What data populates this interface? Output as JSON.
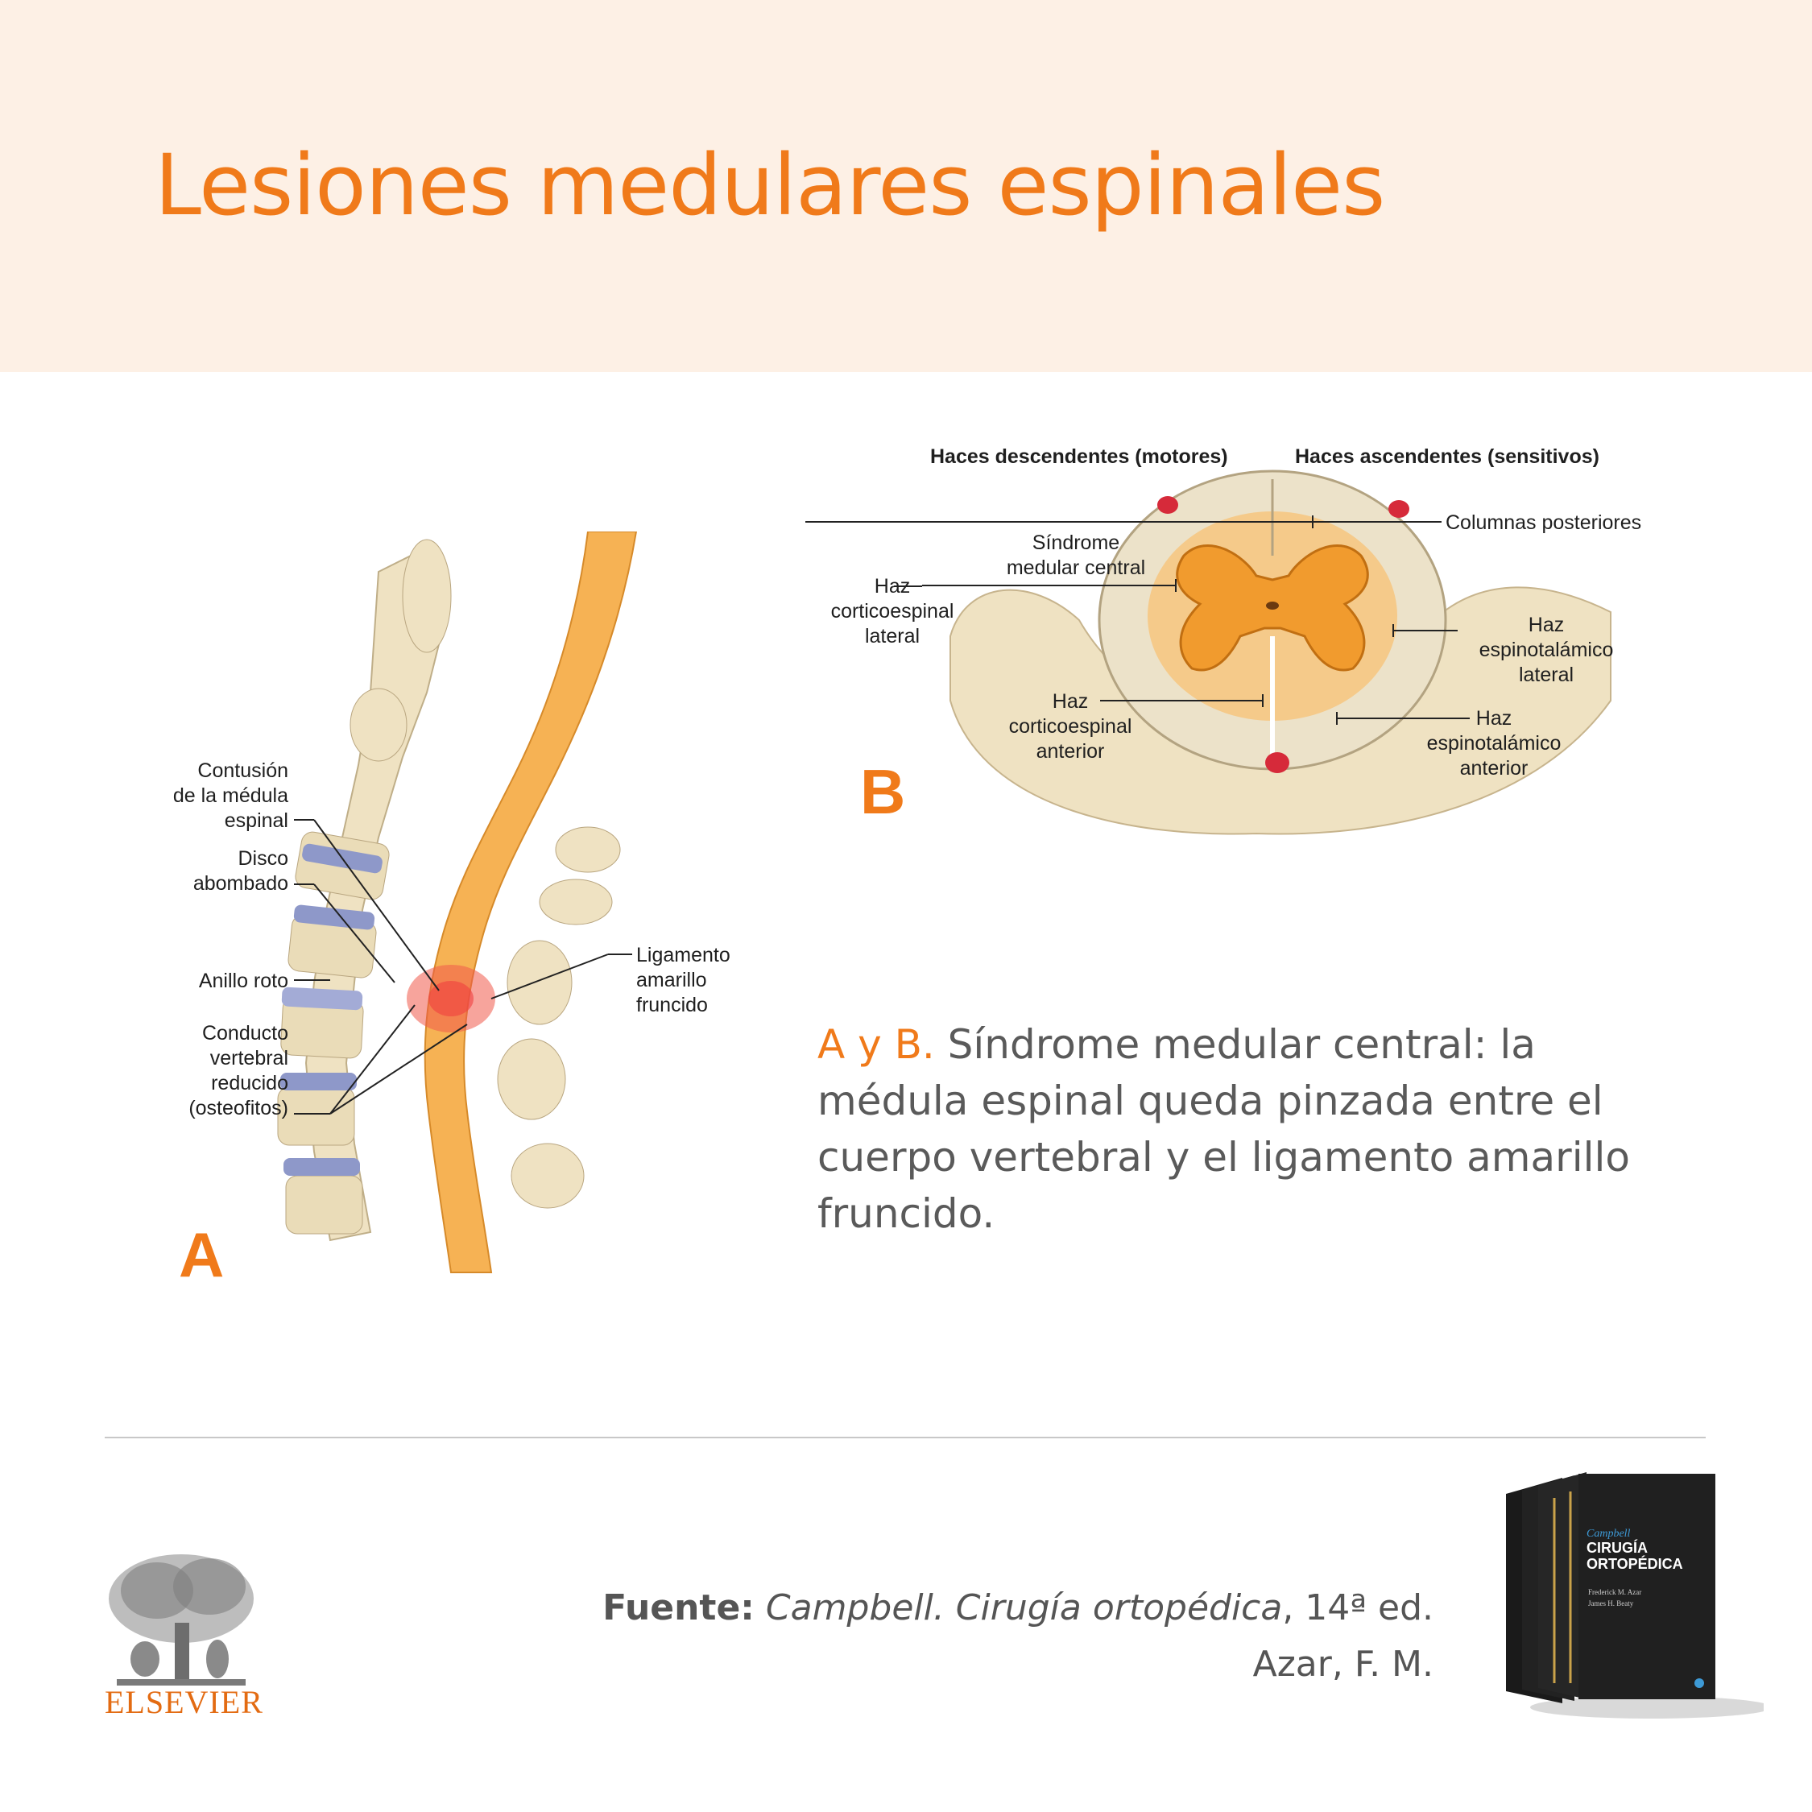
{
  "title": "Lesiones medulares espinales",
  "figure_a": {
    "panel_letter": "A",
    "labels": {
      "contusion_1": "Contusión",
      "contusion_2": "de la médula",
      "contusion_3": "espinal",
      "disco_1": "Disco",
      "disco_2": "abombado",
      "anillo": "Anillo roto",
      "conducto_1": "Conducto",
      "conducto_2": "vertebral",
      "conducto_3": "reducido",
      "conducto_4": "(osteofitos)",
      "ligamento_1": "Ligamento",
      "ligamento_2": "amarillo",
      "ligamento_3": "fruncido"
    }
  },
  "figure_b": {
    "panel_letter": "B",
    "labels": {
      "descendentes": "Haces descendentes (motores)",
      "ascendentes": "Haces ascendentes (sensitivos)",
      "columnas": "Columnas posteriores",
      "sindrome_1": "Síndrome",
      "sindrome_2": "medular central",
      "haz_cl_1": "Haz",
      "haz_cl_2": "corticoespinal",
      "haz_cl_3": "lateral",
      "haz_el_1": "Haz",
      "haz_el_2": "espinotalámico",
      "haz_el_3": "lateral",
      "haz_ca_1": "Haz",
      "haz_ca_2": "corticoespinal",
      "haz_ca_3": "anterior",
      "haz_ea_1": "Haz",
      "haz_ea_2": "espinotalámico",
      "haz_ea_3": "anterior"
    }
  },
  "caption": {
    "highlight": "A y B.",
    "text": " Síndrome medular central: la médula espinal queda pinzada entre el cuerpo vertebral y el ligamento amarillo fruncido."
  },
  "source": {
    "label": "Fuente:",
    "book": "Campbell. Cirugía ortopédica",
    "edition": ", 14ª ed.",
    "author": "Azar, F. M."
  },
  "publisher": "ELSEVIER",
  "book_cover": {
    "brand": "Campbell",
    "title_1": "CIRUGÍA",
    "title_2": "ORTOPÉDICA",
    "author_1": "Frederick M. Azar",
    "author_2": "James H. Beaty"
  },
  "colors": {
    "accent": "#f07a1a",
    "header_bg": "#fdf0e5",
    "caption_text": "#5a5a5a"
  }
}
